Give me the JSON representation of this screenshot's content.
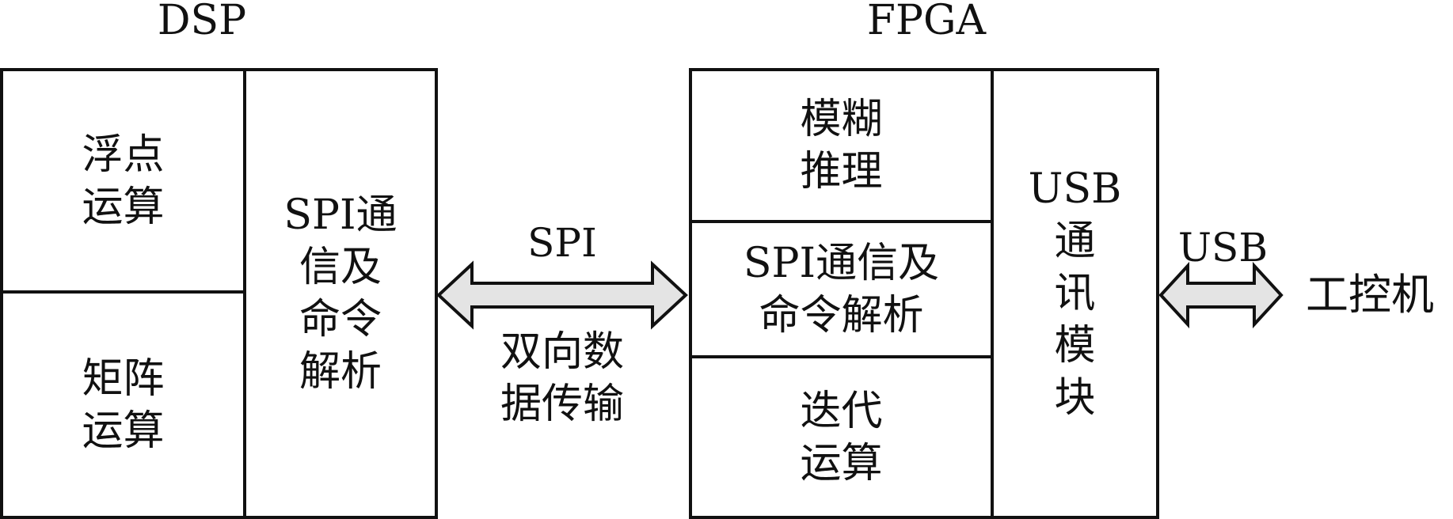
{
  "dsp": {
    "title": "DSP",
    "float_calc": "浮点\n运算",
    "matrix_calc": "矩阵\n运算",
    "spi_cmd": "SPI通\n信及\n命令\n解析"
  },
  "link": {
    "bus_label": "SPI",
    "desc": "双向数\n据传输"
  },
  "fpga": {
    "title": "FPGA",
    "fuzzy": "模糊\n推理",
    "spi_cmd": "SPI通信及\n命令解析",
    "iterate": "迭代\n运算",
    "usb_module": "USB\n通\n讯\n模\n块"
  },
  "usb_link": {
    "bus_label": "USB",
    "target": "工控机"
  },
  "colors": {
    "line": "#111111",
    "arrow_fill": "#e4e4e4"
  }
}
